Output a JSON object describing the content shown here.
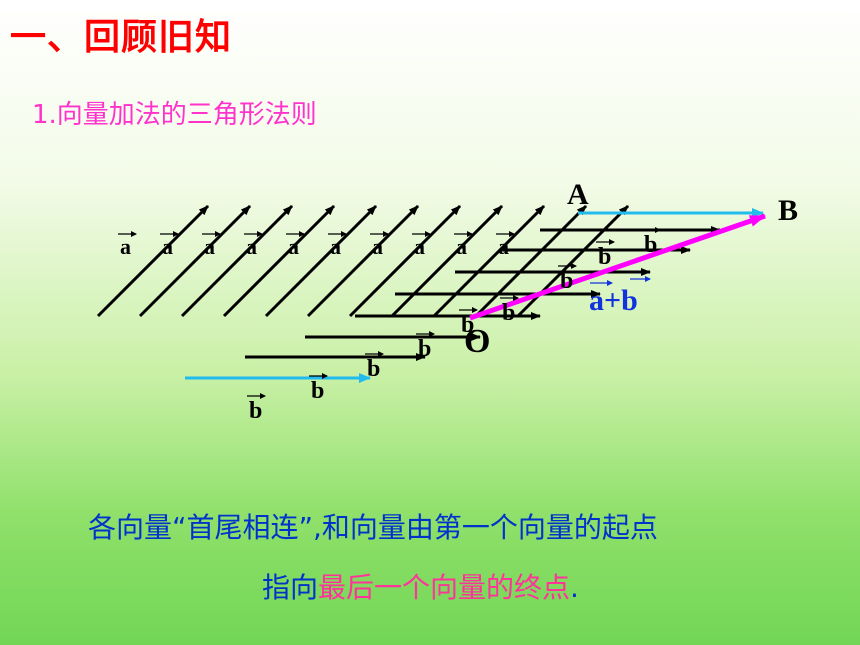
{
  "title": "一、回顾旧知",
  "subtitle": "1.向量加法的三角形法则",
  "diagram": {
    "label_a": "a",
    "label_b": "b",
    "label_sum": "a+b",
    "point_A": "A",
    "point_B": "B",
    "point_O": "O"
  },
  "caption": {
    "line1": "各向量“首尾相连”,和向量由第一个向量的起点",
    "line2_part1": "指向",
    "line2_part2": "最后一个向量的终点",
    "line2_part3": "."
  },
  "colors": {
    "title": "#ff0000",
    "subtitle": "#ff33cc",
    "caption_blue": "#0033cc",
    "caption_pink": "#ff3399",
    "vector_b_highlight": "#22bbee",
    "vector_sum": "#ff00ff",
    "sum_label": "#1133dd"
  }
}
